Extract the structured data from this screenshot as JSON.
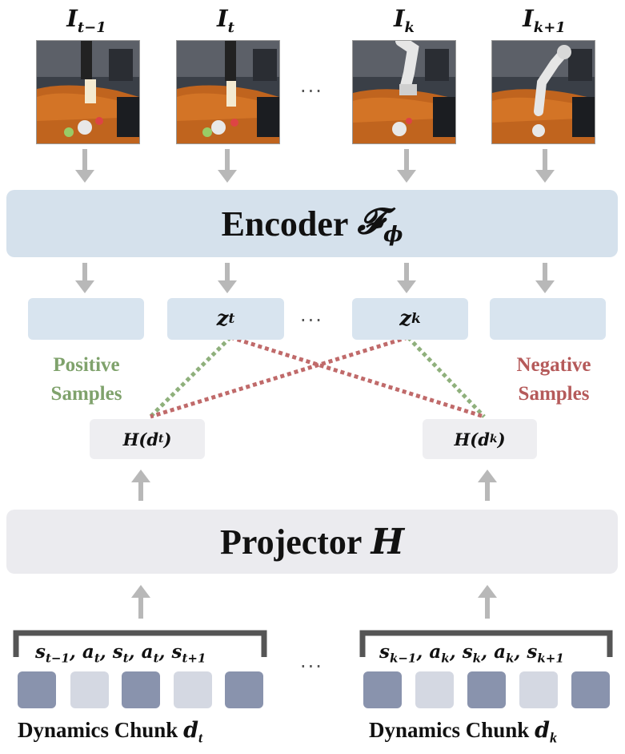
{
  "frames": [
    {
      "symbol": "I",
      "sub": "t−1"
    },
    {
      "symbol": "I",
      "sub": "t"
    },
    {
      "symbol": "I",
      "sub": "k"
    },
    {
      "symbol": "I",
      "sub": "k+1"
    }
  ],
  "ellipsis": "···",
  "encoder": {
    "label": "Encoder",
    "symbol": "𝓕",
    "sub": "ϕ"
  },
  "features": [
    {
      "symbol": "",
      "sub": ""
    },
    {
      "symbol": "z",
      "sub": "t"
    },
    {
      "symbol": "z",
      "sub": "k"
    },
    {
      "symbol": "",
      "sub": ""
    }
  ],
  "positive": {
    "line1": "Positive",
    "line2": "Samples"
  },
  "negative": {
    "line1": "Negative",
    "line2": "Samples"
  },
  "projections": [
    {
      "prefix": "H(d",
      "sub": "t",
      "suffix": ")"
    },
    {
      "prefix": "H(d",
      "sub": "k",
      "suffix": ")"
    }
  ],
  "projector": {
    "label": "Projector",
    "symbol": "H"
  },
  "sequences": {
    "left": [
      {
        "s": "s",
        "sub": "t−1",
        "sep": ", "
      },
      {
        "s": "a",
        "sub": "t",
        "sep": ", "
      },
      {
        "s": "s",
        "sub": "t",
        "sep": ", "
      },
      {
        "s": "a",
        "sub": "t",
        "sep": ", "
      },
      {
        "s": "s",
        "sub": "t+1",
        "sep": ""
      }
    ],
    "right": [
      {
        "s": "s",
        "sub": "k−1",
        "sep": ", "
      },
      {
        "s": "a",
        "sub": "k",
        "sep": ", "
      },
      {
        "s": "s",
        "sub": "k",
        "sep": ", "
      },
      {
        "s": "a",
        "sub": "k",
        "sep": ", "
      },
      {
        "s": "s",
        "sub": "k+1",
        "sep": ""
      }
    ]
  },
  "chunks": {
    "left": {
      "label": "Dynamics Chunk",
      "symbol": "d",
      "sub": "t"
    },
    "right": {
      "label": "Dynamics Chunk",
      "symbol": "d",
      "sub": "k"
    }
  },
  "colors": {
    "encoder_bg": "#d5e1ec",
    "projector_bg": "#ebebef",
    "arrow": "#b8b8b8",
    "positive": "#7fa26c",
    "negative": "#b55a5a",
    "token_dark": "#8993ad",
    "token_light": "#d4d8e2"
  }
}
